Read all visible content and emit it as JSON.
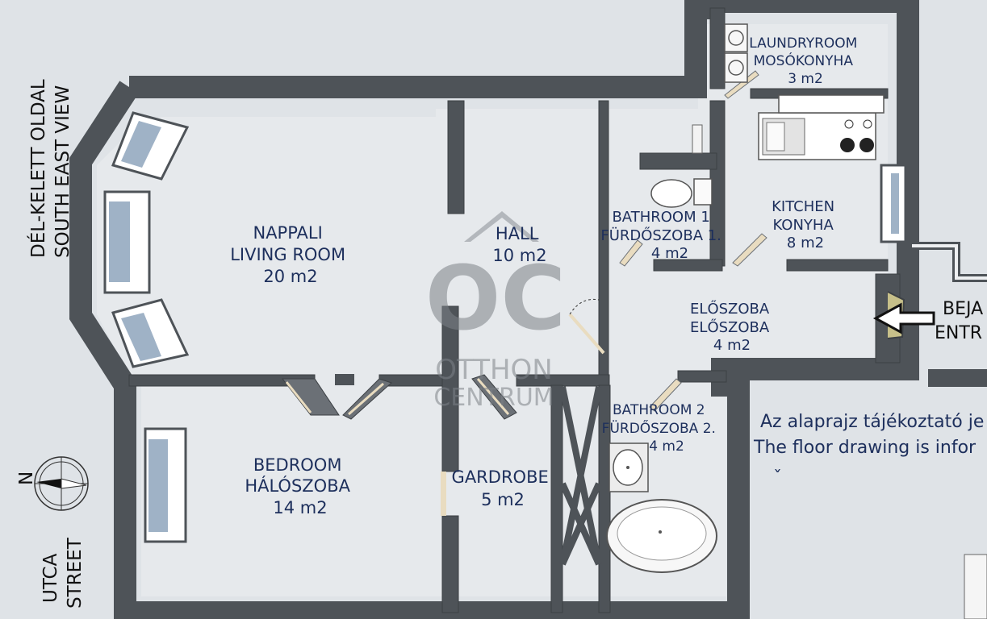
{
  "side_labels": {
    "view_line1": "DÉL-KELETT OLDAL",
    "view_line2": "SOUTH EAST VIEW",
    "street_line1": "UTCA",
    "street_line2": "STREET",
    "compass_n": "N"
  },
  "rooms": {
    "living": [
      "NAPPALI",
      "LIVING ROOM",
      "20 m2"
    ],
    "hall": [
      "HALL",
      "10 m2"
    ],
    "bathroom1": [
      "BATHROOM 1",
      "FÜRDŐSZOBA 1.",
      "4 m2"
    ],
    "laundry": [
      "LAUNDRYROOM",
      "MOSÓKONYHA",
      "3 m2"
    ],
    "kitchen": [
      "KITCHEN",
      "KONYHA",
      "8 m2"
    ],
    "foyer": [
      "ELŐSZOBA",
      "ELŐSZOBA",
      "4 m2"
    ],
    "bedroom": [
      "BEDROOM",
      "HÁLÓSZOBA",
      "14 m2"
    ],
    "gardrobe": [
      "GARDROBE",
      "5 m2"
    ],
    "bathroom2": [
      "BATHROOM 2",
      "FÜRDŐSZOBA 2.",
      "4 m2"
    ]
  },
  "entrance": {
    "line1": "BEJA",
    "line2": "ENTR"
  },
  "notice": {
    "line1": "Az alaprajz tájékoztató je",
    "line2": "The floor drawing is infor",
    "mark": "ˇ"
  },
  "watermark": {
    "logo": "OC",
    "line1": "OTTHON",
    "line2": "CENTRUM"
  },
  "colors": {
    "background": "#dfe3e7",
    "wall": "#4e5358",
    "wall_top": "#6b7076",
    "room_label": "#1d2f5c",
    "door_panel": "#e9dcc0",
    "window_glass": "#9fb2c6"
  }
}
